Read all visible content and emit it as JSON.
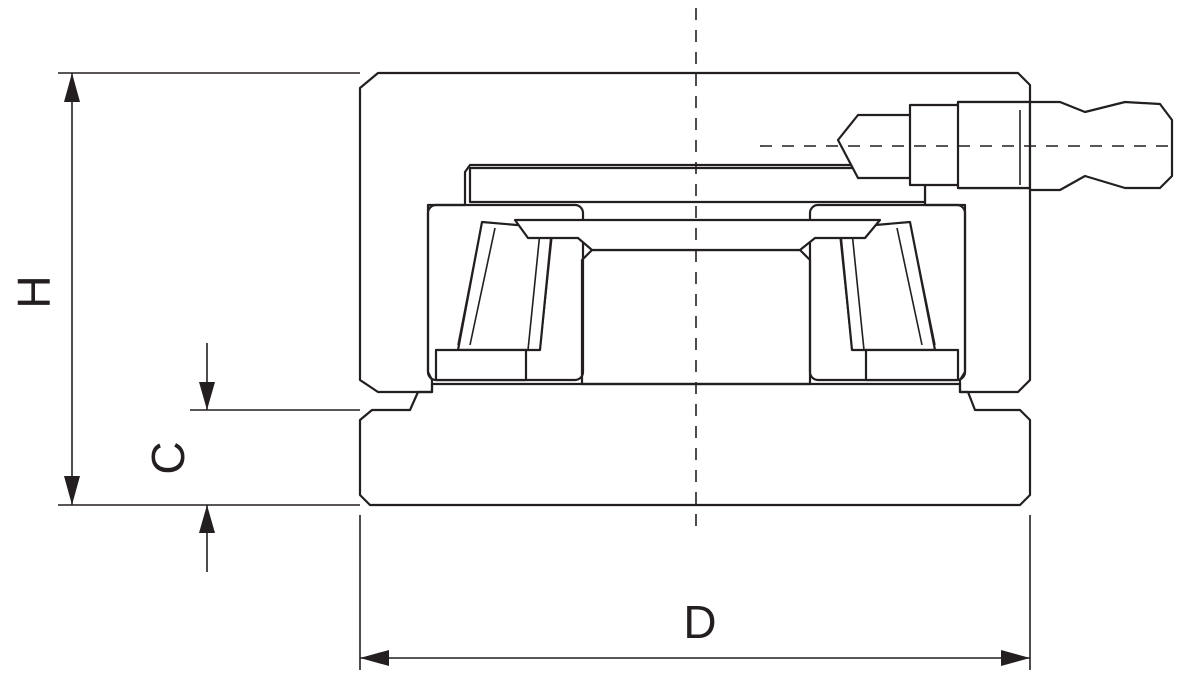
{
  "dimensions": {
    "height_label": "H",
    "clearance_label": "C",
    "diameter_label": "D"
  }
}
